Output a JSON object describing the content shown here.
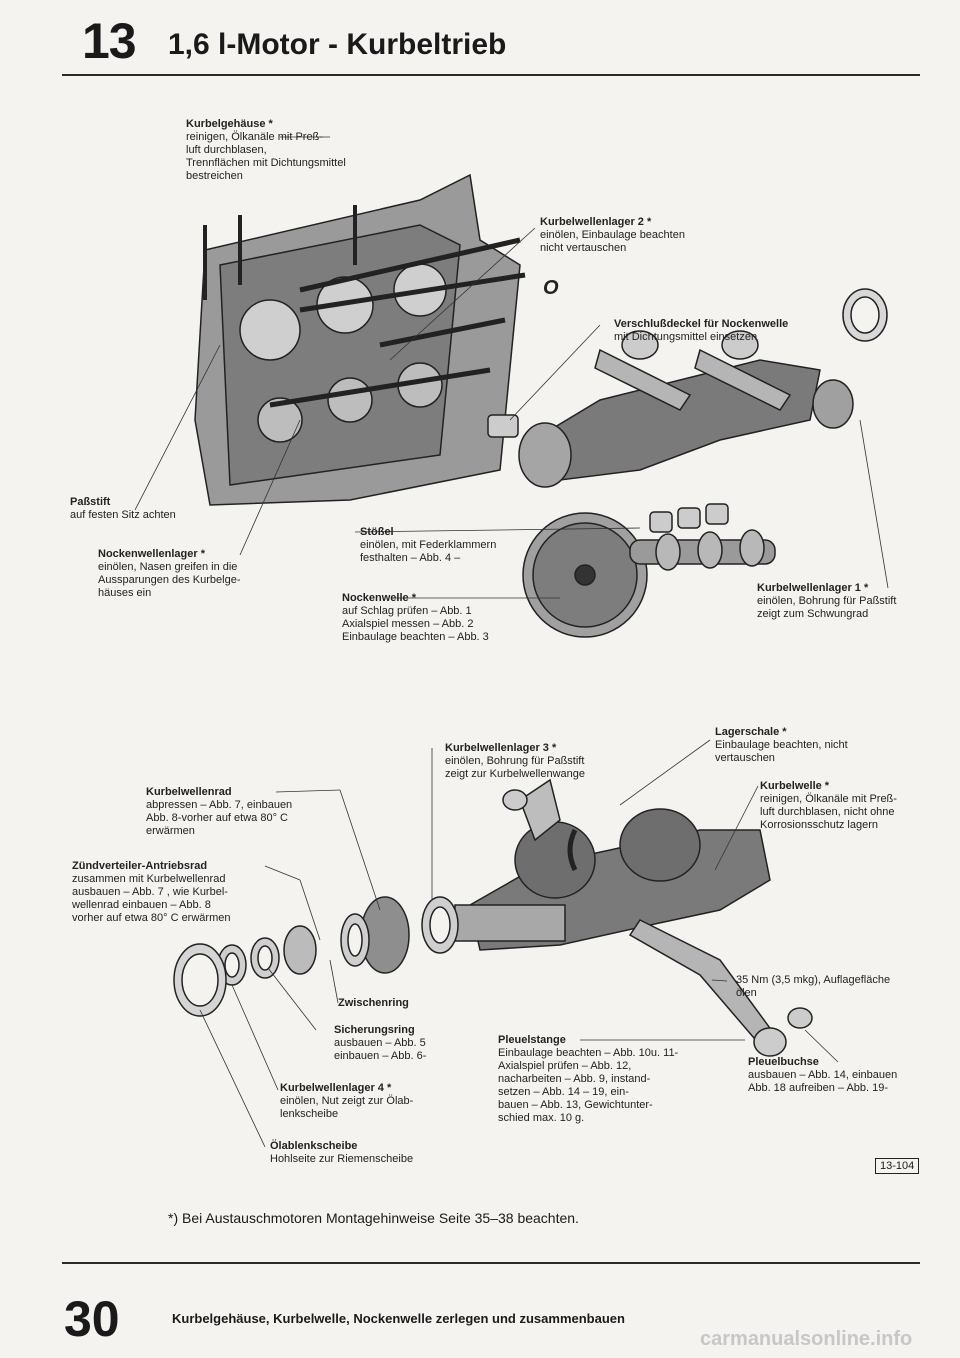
{
  "header": {
    "chapter_number": "13",
    "title": "1,6 l-Motor - Kurbeltrieb"
  },
  "labels_top": [
    {
      "id": "kurbelgehaeuse",
      "title": "Kurbelgehäuse *",
      "lines": [
        "reinigen, Ölkanäle mit Preß-",
        "luft durchblasen,",
        "Trennflächen mit Dichtungsmittel",
        "bestreichen"
      ]
    },
    {
      "id": "kurbelwellenlager2",
      "title": "Kurbelwellenlager 2 *",
      "lines": [
        "einölen, Einbaulage beachten",
        "nicht vertauschen"
      ]
    },
    {
      "id": "o-mark",
      "title": "O",
      "lines": []
    },
    {
      "id": "verschlussdeckel",
      "title": "Verschlußdeckel für Nockenwelle",
      "lines": [
        "mit Dichtungsmittel einsetzen"
      ]
    },
    {
      "id": "passstift",
      "title": "Paßstift",
      "lines": [
        "auf festen Sitz achten"
      ]
    },
    {
      "id": "stoessel",
      "title": "Stößel",
      "lines": [
        "einölen, mit Federklammern",
        "festhalten – Abb. 4 –"
      ]
    },
    {
      "id": "nockenwellenlager",
      "title": "Nockenwellenlager *",
      "lines": [
        "einölen, Nasen greifen in die",
        "Aussparungen des Kurbelge-",
        "häuses ein"
      ]
    },
    {
      "id": "nockenwelle",
      "title": "Nockenwelle *",
      "lines": [
        "auf Schlag prüfen – Abb. 1",
        "Axialspiel messen – Abb. 2",
        "Einbaulage beachten – Abb. 3"
      ]
    },
    {
      "id": "kurbelwellenlager1",
      "title": "Kurbelwellenlager 1 *",
      "lines": [
        "einölen, Bohrung für Paßstift",
        "zeigt zum Schwungrad"
      ]
    }
  ],
  "labels_bottom": [
    {
      "id": "lagerschale",
      "title": "Lagerschale *",
      "lines": [
        "Einbaulage beachten, nicht",
        "vertauschen"
      ]
    },
    {
      "id": "kurbelwellenlager3",
      "title": "Kurbelwellenlager 3 *",
      "lines": [
        "einölen, Bohrung für Paßstift",
        "zeigt zur Kurbelwellenwange"
      ]
    },
    {
      "id": "kurbelwelle",
      "title": "Kurbelwelle *",
      "lines": [
        "reinigen, Ölkanäle mit Preß-",
        "luft durchblasen, nicht ohne",
        "Korrosionsschutz lagern"
      ]
    },
    {
      "id": "kurbelwellenrad",
      "title": "Kurbelwellenrad",
      "lines": [
        "abpressen – Abb. 7, einbauen",
        "Abb. 8-vorher auf etwa 80° C",
        "erwärmen"
      ]
    },
    {
      "id": "zuendverteiler",
      "title": "Zündverteiler-Antriebsrad",
      "lines": [
        "zusammen mit Kurbelwellenrad",
        "ausbauen – Abb. 7 , wie Kurbel-",
        "wellenrad einbauen – Abb. 8",
        "vorher auf etwa 80° C erwärmen"
      ]
    },
    {
      "id": "drehmoment",
      "title": "",
      "lines": [
        "35 Nm (3,5 mkg), Auflagefläche",
        "ölen"
      ]
    },
    {
      "id": "zwischenring",
      "title": "Zwischenring",
      "lines": []
    },
    {
      "id": "sicherungsring",
      "title": "Sicherungsring",
      "lines": [
        "ausbauen – Abb. 5",
        "einbauen – Abb. 6-"
      ]
    },
    {
      "id": "pleuelstange",
      "title": "Pleuelstange",
      "lines": [
        "Einbaulage beachten – Abb. 10u. 11-",
        "Axialspiel prüfen – Abb. 12,",
        "nacharbeiten – Abb. 9, instand-",
        "setzen – Abb. 14 – 19, ein-",
        "bauen – Abb. 13, Gewichtunter-",
        "schied max. 10 g."
      ]
    },
    {
      "id": "pleuelbuchse",
      "title": "Pleuelbuchse",
      "lines": [
        "ausbauen – Abb. 14, einbauen",
        "Abb. 18 aufreiben – Abb. 19-"
      ]
    },
    {
      "id": "kurbelwellenlager4",
      "title": "Kurbelwellenlager 4 *",
      "lines": [
        "einölen, Nut zeigt zur Ölab-",
        "lenkscheibe"
      ]
    },
    {
      "id": "oelablenkscheibe",
      "title": "Ölablenkscheibe",
      "lines": [
        "Hohlseite zur Riemenscheibe"
      ]
    }
  ],
  "figure_ref": "13-104",
  "footnote": "*) Bei Austauschmotoren Montagehinweise Seite 35–38 beachten.",
  "footer": {
    "page_number": "30",
    "title": "Kurbelgehäuse, Kurbelwelle, Nockenwelle zerlegen und zusammenbauen"
  },
  "watermark": "carmanualsonline.info"
}
